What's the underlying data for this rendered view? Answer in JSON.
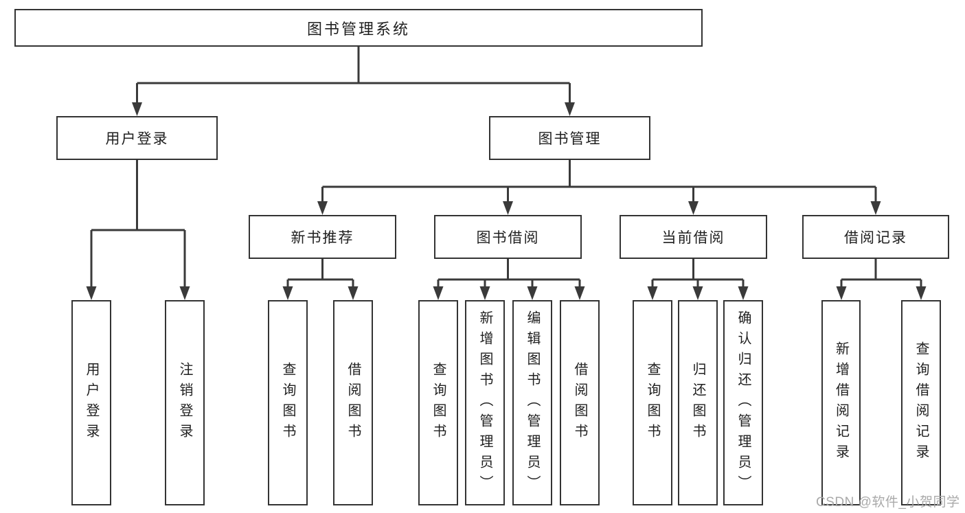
{
  "colors": {
    "background": "#ffffff",
    "box_border": "#333333",
    "connector_line": "#3a3a3a",
    "text": "#1f1f1f",
    "watermark": "#a9a9a9"
  },
  "tree": {
    "root": {
      "label": "图书管理系统"
    },
    "branches": [
      {
        "label": "用户登录",
        "children": [
          {
            "label": "用户登录"
          },
          {
            "label": "注销登录"
          }
        ]
      },
      {
        "label": "图书管理",
        "children": [
          {
            "label": "新书推荐",
            "children": [
              {
                "label": "查询图书"
              },
              {
                "label": "借阅图书"
              }
            ]
          },
          {
            "label": "图书借阅",
            "children": [
              {
                "label": "查询图书"
              },
              {
                "label": "新增图书（管理员）"
              },
              {
                "label": "编辑图书（管理员）"
              },
              {
                "label": "借阅图书"
              }
            ]
          },
          {
            "label": "当前借阅",
            "children": [
              {
                "label": "查询图书"
              },
              {
                "label": "归还图书"
              },
              {
                "label": "确认归还（管理员）"
              }
            ]
          },
          {
            "label": "借阅记录",
            "children": [
              {
                "label": "新增借阅记录"
              },
              {
                "label": "查询借阅记录"
              }
            ]
          }
        ]
      }
    ]
  },
  "watermark": {
    "text": "CSDN @软件_小贺同学"
  }
}
